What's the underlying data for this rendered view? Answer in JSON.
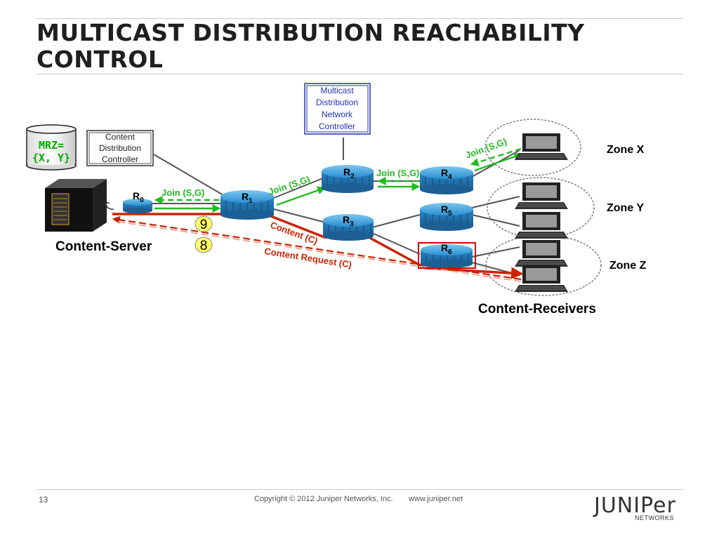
{
  "slide": {
    "title_line1": "MULTICAST DISTRIBUTION REACHABILITY",
    "title_line2": "CONTROL",
    "page_number": "13",
    "copyright": "Copyright © 2012 Juniper Networks, Inc.",
    "url": "www.juniper.net",
    "logo_word": "JUNIPer",
    "logo_sub": "NETWORKS"
  },
  "diagram": {
    "mdn_controller": [
      "Multicast",
      "Distribution",
      "Network",
      "Controller"
    ],
    "content_controller": [
      "Content",
      "Distribution",
      "Controller"
    ],
    "mrz": [
      "MRZ=",
      "{X, Y}"
    ],
    "routers": {
      "r0": {
        "letter": "R",
        "sub": "0"
      },
      "r1": {
        "letter": "R",
        "sub": "1"
      },
      "r2": {
        "letter": "R",
        "sub": "2"
      },
      "r3": {
        "letter": "R",
        "sub": "3"
      },
      "r4": {
        "letter": "R",
        "sub": "4"
      },
      "r5": {
        "letter": "R",
        "sub": "5"
      },
      "r6": {
        "letter": "R",
        "sub": "6"
      }
    },
    "join_labels": {
      "r0_r1": "Join (S,G)",
      "r1_r2": "Join (S,G)",
      "r2_r4": "Join (S,G)",
      "r4_zone": "Join (S,G)"
    },
    "content_label": "Content (C)",
    "content_request_label": "Content Request (C)",
    "step_badges": [
      "9",
      "8"
    ],
    "zones": [
      "Zone X",
      "Zone Y",
      "Zone Z"
    ],
    "content_server_label": "Content-Server",
    "content_receivers_label": "Content-Receivers",
    "colors": {
      "join_green": "#22bb22",
      "content_red": "#cc2200",
      "router_blue": "#3399dd",
      "controller_border_blue": "#2233aa",
      "mrz_green": "#00aa00",
      "badge_yellow": "#ffff66"
    }
  }
}
